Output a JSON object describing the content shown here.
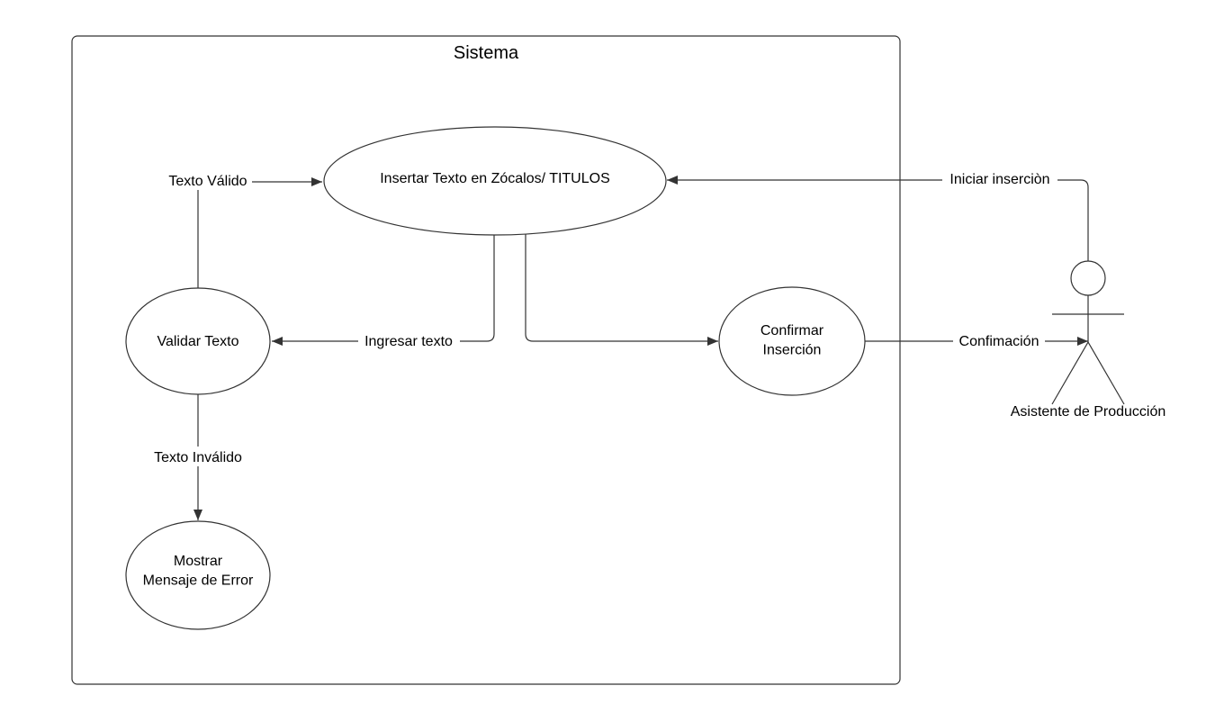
{
  "system": {
    "title": "Sistema"
  },
  "use_cases": {
    "insertar": {
      "lines": [
        "Insertar Texto en Zócalos/ TITULOS"
      ]
    },
    "validar": {
      "lines": [
        "Validar Texto"
      ]
    },
    "confirmar": {
      "lines": [
        "Confirmar",
        "Inserción"
      ]
    },
    "error": {
      "lines": [
        "Mostrar",
        "Mensaje de Error"
      ]
    }
  },
  "actor": {
    "name": "Asistente de Producción"
  },
  "connectors": {
    "texto_valido": "Texto Válido",
    "ingresar_texto": "Ingresar texto",
    "texto_invalido": "Texto Inválido",
    "iniciar_insercion": "Iniciar inserciòn",
    "confirmacion": "Confimación"
  },
  "colors": {
    "stroke": "#000000",
    "text": "#000000",
    "background": "#ffffff"
  }
}
